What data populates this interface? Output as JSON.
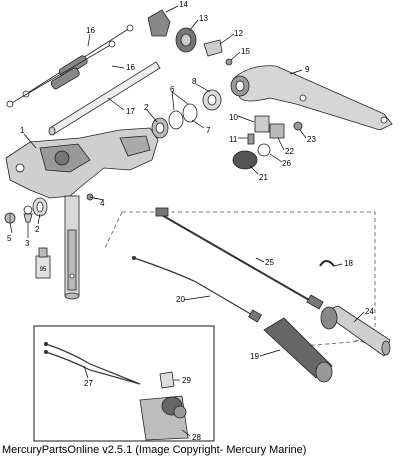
{
  "caption": "MercuryPartsOnline v2.5.1 (Image Copyright- Mercury Marine)",
  "callouts": [
    {
      "num": "1"
    },
    {
      "num": "2"
    },
    {
      "num": "2"
    },
    {
      "num": "3"
    },
    {
      "num": "4"
    },
    {
      "num": "5"
    },
    {
      "num": "6"
    },
    {
      "num": "7"
    },
    {
      "num": "8"
    },
    {
      "num": "9"
    },
    {
      "num": "10"
    },
    {
      "num": "11"
    },
    {
      "num": "12"
    },
    {
      "num": "13"
    },
    {
      "num": "14"
    },
    {
      "num": "15"
    },
    {
      "num": "16"
    },
    {
      "num": "16"
    },
    {
      "num": "17"
    },
    {
      "num": "18"
    },
    {
      "num": "19"
    },
    {
      "num": "20"
    },
    {
      "num": "21"
    },
    {
      "num": "22"
    },
    {
      "num": "23"
    },
    {
      "num": "24"
    },
    {
      "num": "25"
    },
    {
      "num": "26"
    },
    {
      "num": "27"
    },
    {
      "num": "28"
    },
    {
      "num": "29"
    }
  ],
  "part_labels": {
    "tube_label": "95"
  }
}
